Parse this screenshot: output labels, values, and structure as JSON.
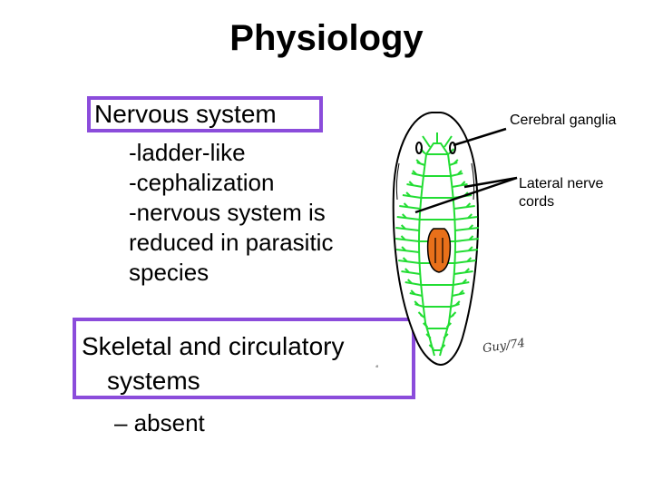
{
  "slide": {
    "title": "Physiology",
    "nervous": {
      "heading": "Nervous system",
      "items": [
        "-ladder-like",
        "-cephalization",
        "-nervous system is",
        "reduced in parasitic",
        "species"
      ]
    },
    "skeletal": {
      "heading_line1": "Skeletal and circulatory",
      "heading_line2": "systems",
      "sub": "– absent"
    },
    "diagram": {
      "label_cerebral": "Cerebral ganglia",
      "label_lateral_1": "Lateral nerve",
      "label_lateral_2": "cords",
      "signature": "Guy/74",
      "accent_box_color": "#8b4cdb",
      "nerve_color": "#22dd33",
      "pharynx_color": "#e8701a"
    }
  }
}
